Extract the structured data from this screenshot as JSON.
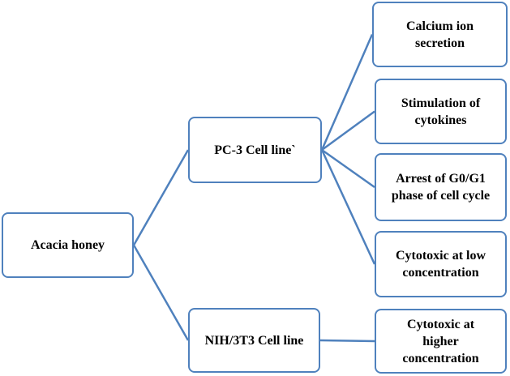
{
  "colors": {
    "accent": "#4f81bd",
    "text": "#000000",
    "background": "#ffffff"
  },
  "nodes": {
    "root": {
      "label": "Acacia honey"
    },
    "pc3": {
      "label": "PC-3 Cell line`"
    },
    "nih": {
      "label": "NIH/3T3 Cell line"
    },
    "calcium": {
      "label": "Calcium ion secretion"
    },
    "cytokines": {
      "label": "Stimulation of cytokines"
    },
    "arrest": {
      "label": "Arrest of G0/G1 phase of cell cycle"
    },
    "cytotoxic_low": {
      "label": "Cytotoxic at low concentration"
    },
    "cytotoxic_high": {
      "label": "Cytotoxic at higher concentration"
    }
  },
  "edges": [
    {
      "from": "root",
      "to": "pc3"
    },
    {
      "from": "root",
      "to": "nih"
    },
    {
      "from": "pc3",
      "to": "calcium"
    },
    {
      "from": "pc3",
      "to": "cytokines"
    },
    {
      "from": "pc3",
      "to": "arrest"
    },
    {
      "from": "pc3",
      "to": "cytotoxic_low"
    },
    {
      "from": "nih",
      "to": "cytotoxic_high"
    }
  ]
}
